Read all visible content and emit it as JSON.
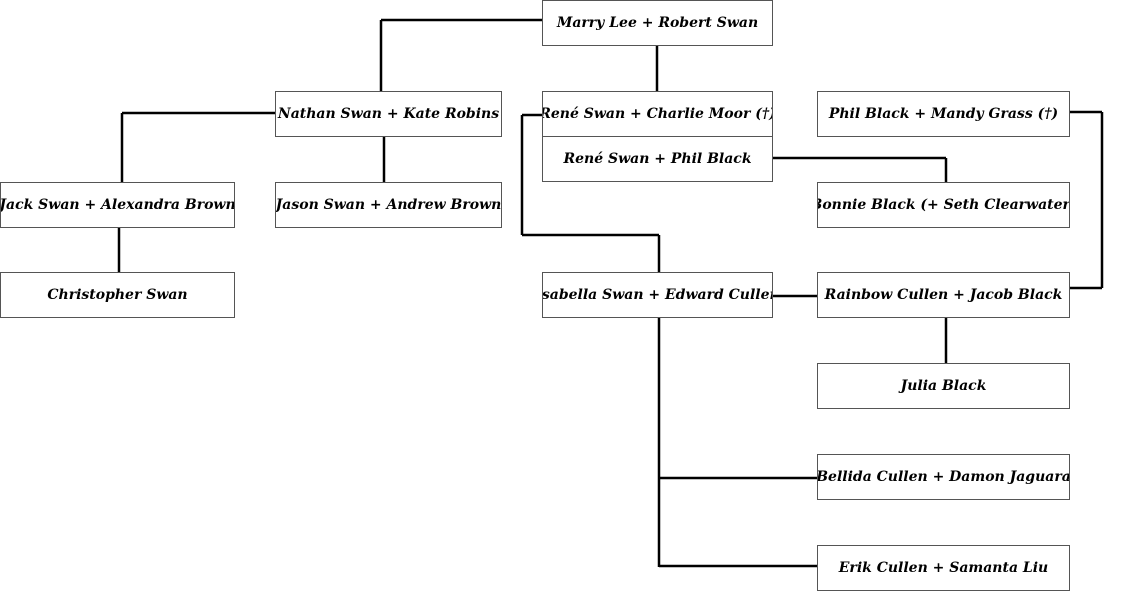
{
  "nodes": {
    "marry_robert": "Marry Lee + Robert Swan",
    "nathan_kate": "Nathan Swan + Kate Robins",
    "rene_charlie": "René Swan + Charlie Moor (†)",
    "rene_phil": "René Swan + Phil Black",
    "phil_mandy": "Phil Black + Mandy Grass (†)",
    "jack_alexandra": "Jack Swan + Alexandra Brown",
    "jason_andrew": "Jason Swan + Andrew Brown",
    "bonnie_seth": "Bonnie Black (+ Seth Clearwater)",
    "christopher": "Christopher Swan",
    "isabella_edward": "Isabella Swan + Edward Cullen",
    "rainbow_jacob": "Rainbow Cullen + Jacob Black",
    "julia": "Julia Black",
    "bellida_damon": "Bellida Cullen + Damon Jaguara",
    "erik_samanta": "Erik Cullen + Samanta Liu"
  }
}
